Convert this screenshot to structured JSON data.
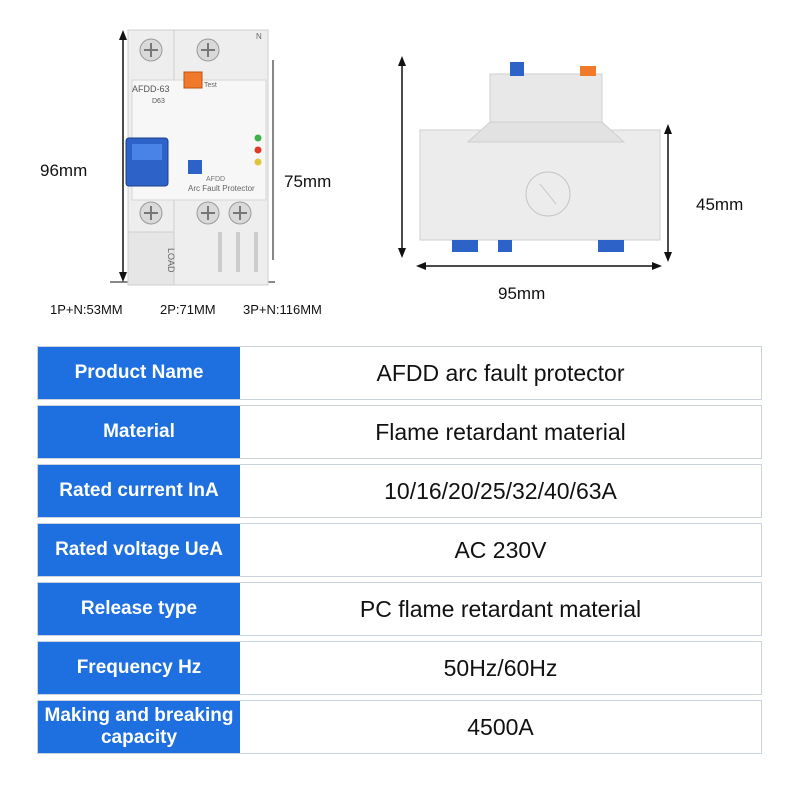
{
  "dimensions": {
    "front_height": "96mm",
    "front_width": "75mm",
    "side_height": "45mm",
    "side_width": "95mm"
  },
  "variants": [
    "1P+N:53MM",
    "2P:71MM",
    "3P+N:116MM"
  ],
  "device": {
    "model": "AFDD-63",
    "rating": "D63",
    "test_label": "Test",
    "brand": "AFDD",
    "name": "Arc Fault Protector",
    "load_label": "LOAD",
    "neutral_label": "N"
  },
  "specs": [
    {
      "label": "Product Name",
      "value": "AFDD arc fault protector"
    },
    {
      "label": "Material",
      "value": "Flame retardant material"
    },
    {
      "label": "Rated current InA",
      "value": "10/16/20/25/32/40/63A"
    },
    {
      "label": "Rated voltage UeA",
      "value": "AC 230V"
    },
    {
      "label": "Release type",
      "value": "PC flame retardant material"
    },
    {
      "label": "Frequency Hz",
      "value": "50Hz/60Hz"
    },
    {
      "label": "Making and breaking capacity",
      "value": "4500A"
    }
  ],
  "colors": {
    "label_bg": "#1e6fe0",
    "toggle_blue": "#2d63c8",
    "test_orange": "#f07a2a",
    "device_body": "#eeeeee"
  }
}
